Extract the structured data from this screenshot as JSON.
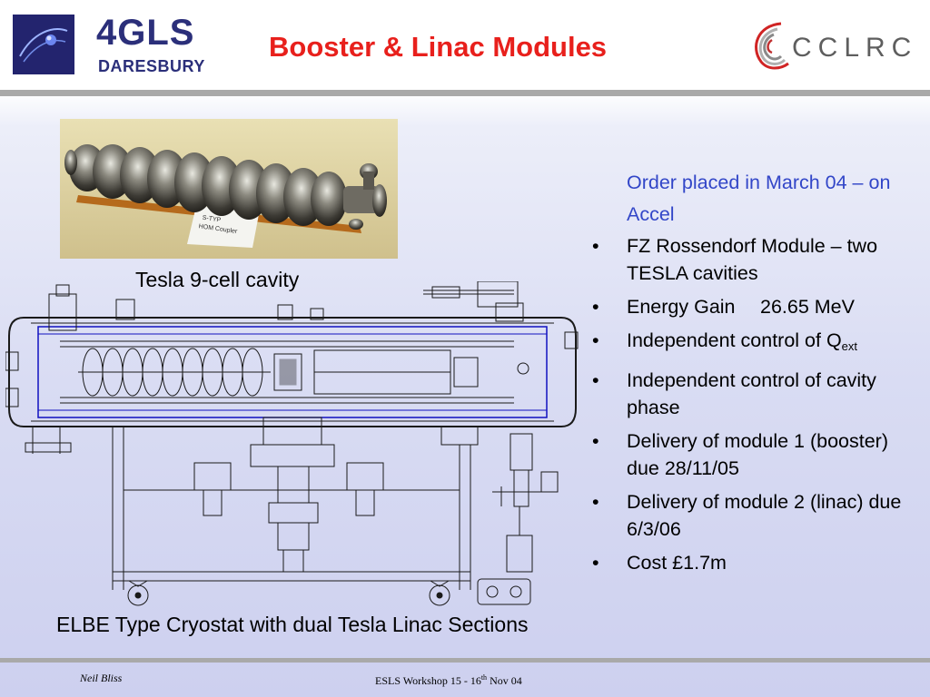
{
  "header": {
    "title": "Booster & Linac Modules",
    "logo_left": {
      "line1": "4GLS",
      "line2": "DARESBURY"
    },
    "logo_right": {
      "text": "CCLRC"
    }
  },
  "figures": {
    "photo": {
      "caption": "Tesla 9-cell cavity",
      "tag": "S-TYP HOM Coupler"
    },
    "drawing": {
      "caption": "ELBE Type Cryostat with dual Tesla Linac Sections"
    }
  },
  "bullets": {
    "head": "Order placed in March 04 – on Accel",
    "bullet_symbol": "•",
    "items": [
      {
        "text": "FZ Rossendorf Module – two TESLA cavities"
      },
      {
        "text": "Energy Gain  26.65 MeV"
      },
      {
        "text": "Independent control of Q",
        "subscript": "ext"
      },
      {
        "text": "Independent control of cavity phase"
      },
      {
        "text": "Delivery of module 1 (booster) due 28/11/05"
      },
      {
        "text": "Delivery of module 2 (linac) due 6/3/06"
      },
      {
        "text": "Cost £1.7m"
      }
    ]
  },
  "footer": {
    "author": "Neil Bliss",
    "event_before": "ESLS Workshop  15 - 16",
    "event_sup": "th",
    "event_after": "  Nov 04"
  },
  "colors": {
    "title": "#e8201c",
    "accent_blue": "#3246c8",
    "rule_gray": "#a9a9a9",
    "logo_navy": "#2b2f7a"
  }
}
